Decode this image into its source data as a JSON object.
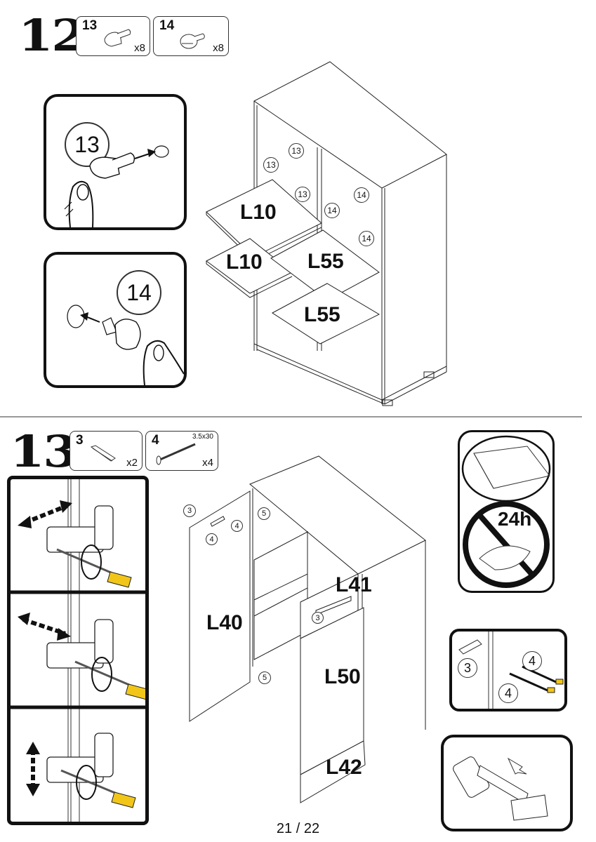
{
  "steps": [
    {
      "number": "12",
      "parts": [
        {
          "id": "13",
          "qty": "x8",
          "icon": "shelf-support-pin"
        },
        {
          "id": "14",
          "qty": "x8",
          "icon": "glass-shelf-support"
        }
      ],
      "insets": [
        {
          "label": "13",
          "icon": "insert-pin-hand"
        },
        {
          "label": "14",
          "icon": "insert-glass-support-hand"
        }
      ],
      "callouts": [
        "13",
        "13",
        "13",
        "14",
        "14",
        "14"
      ],
      "panels": [
        "L10",
        "L10",
        "L55",
        "L55"
      ]
    },
    {
      "number": "13",
      "parts": [
        {
          "id": "3",
          "qty": "x2",
          "icon": "handle"
        },
        {
          "id": "4",
          "qty": "x4",
          "spec": "3.5x30",
          "icon": "screw"
        }
      ],
      "callouts": [
        "3",
        "4",
        "4",
        "5",
        "3",
        "5"
      ],
      "panels": [
        "L40",
        "L41",
        "L50",
        "L42"
      ],
      "warning": {
        "text": "24h",
        "icon": "no-cleaning-24h"
      },
      "detail_labels": [
        "3",
        "4",
        "4"
      ]
    }
  ],
  "footer": {
    "page": "21 / 22"
  },
  "colors": {
    "ink": "#111111",
    "screwdriver_handle": "#f2c618"
  }
}
